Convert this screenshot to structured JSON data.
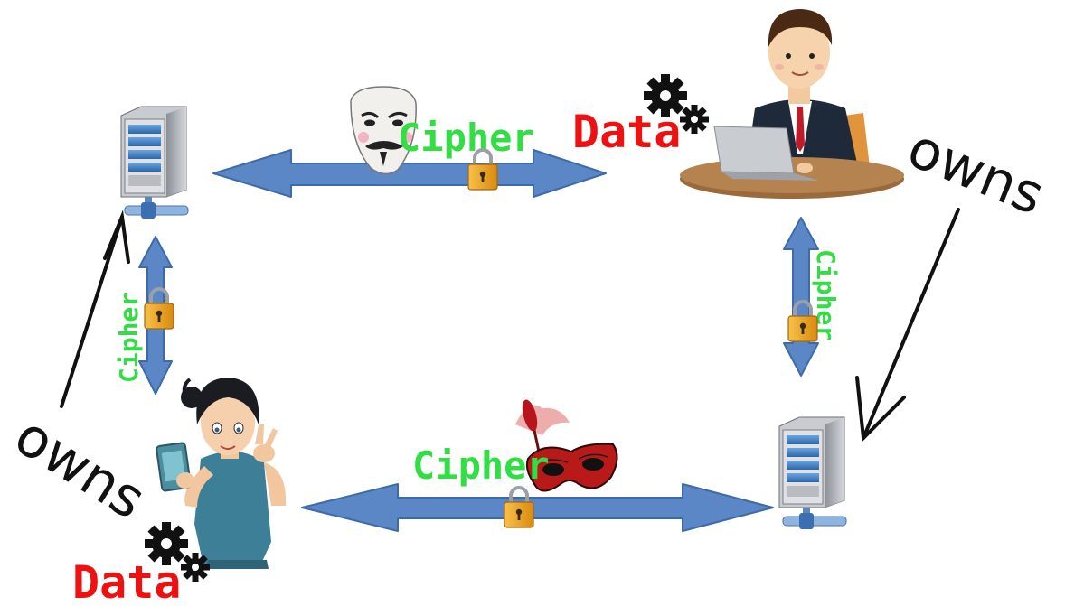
{
  "labels": {
    "cipher_top": "Cipher",
    "cipher_left": "Cipher",
    "cipher_right": "Cipher",
    "cipher_bottom": "Cipher",
    "data_top": "Data",
    "data_bottom": "Data",
    "owns_right": "owns",
    "owns_left": "owns"
  },
  "colors": {
    "arrow_fill": "#5b87c7",
    "arrow_stroke": "#3d6aa8",
    "cipher_text": "#33dd44",
    "data_text": "#ee1111",
    "owns_text": "#111111",
    "lock_body": "#f0a020",
    "server_face": "#4a86c8"
  },
  "icons": [
    "server-icon",
    "padlock-icon",
    "gears-icon",
    "guy-fawkes-mask-icon",
    "masquerade-mask-icon",
    "businessman-icon",
    "woman-with-phone-icon"
  ]
}
